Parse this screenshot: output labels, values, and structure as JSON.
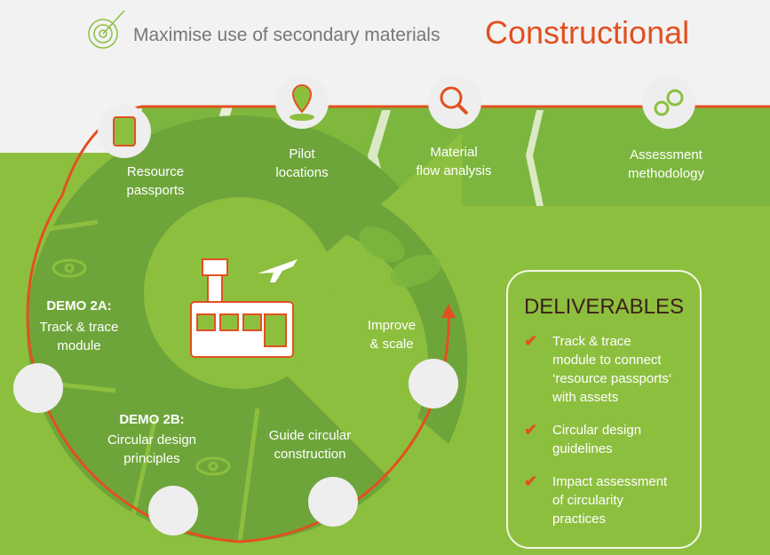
{
  "header": {
    "title": "Maximise use of secondary materials",
    "brand": "Constructional"
  },
  "steps": [
    {
      "label": "Resource\npassports",
      "icon": "passport-icon"
    },
    {
      "label": "Pilot\nlocations",
      "icon": "location-pin-icon"
    },
    {
      "label": "Material\nflow analysis",
      "icon": "magnifier-chart-icon"
    },
    {
      "label": "Assessment\nmethodology",
      "icon": "gears-chart-icon"
    }
  ],
  "cycle": {
    "demo2a_title": "DEMO 2A:",
    "demo2a_text": "Track & trace\nmodule",
    "demo2b_title": "DEMO 2B:",
    "demo2b_text": "Circular design\nprinciples",
    "guide": "Guide circular\nconstruction",
    "improve": "Improve\n& scale"
  },
  "deliverables": {
    "title": "DELIVERABLES",
    "items": [
      "Track & trace\nmodule to connect\n‘resource passports‘\nwith assets",
      "Circular design\nguidelines",
      "Impact assessment\nof circularity\npractices"
    ],
    "check": "✔"
  },
  "colors": {
    "accent": "#e2501f",
    "green": "#8dbf3f",
    "dark_green": "#6ea53a"
  }
}
